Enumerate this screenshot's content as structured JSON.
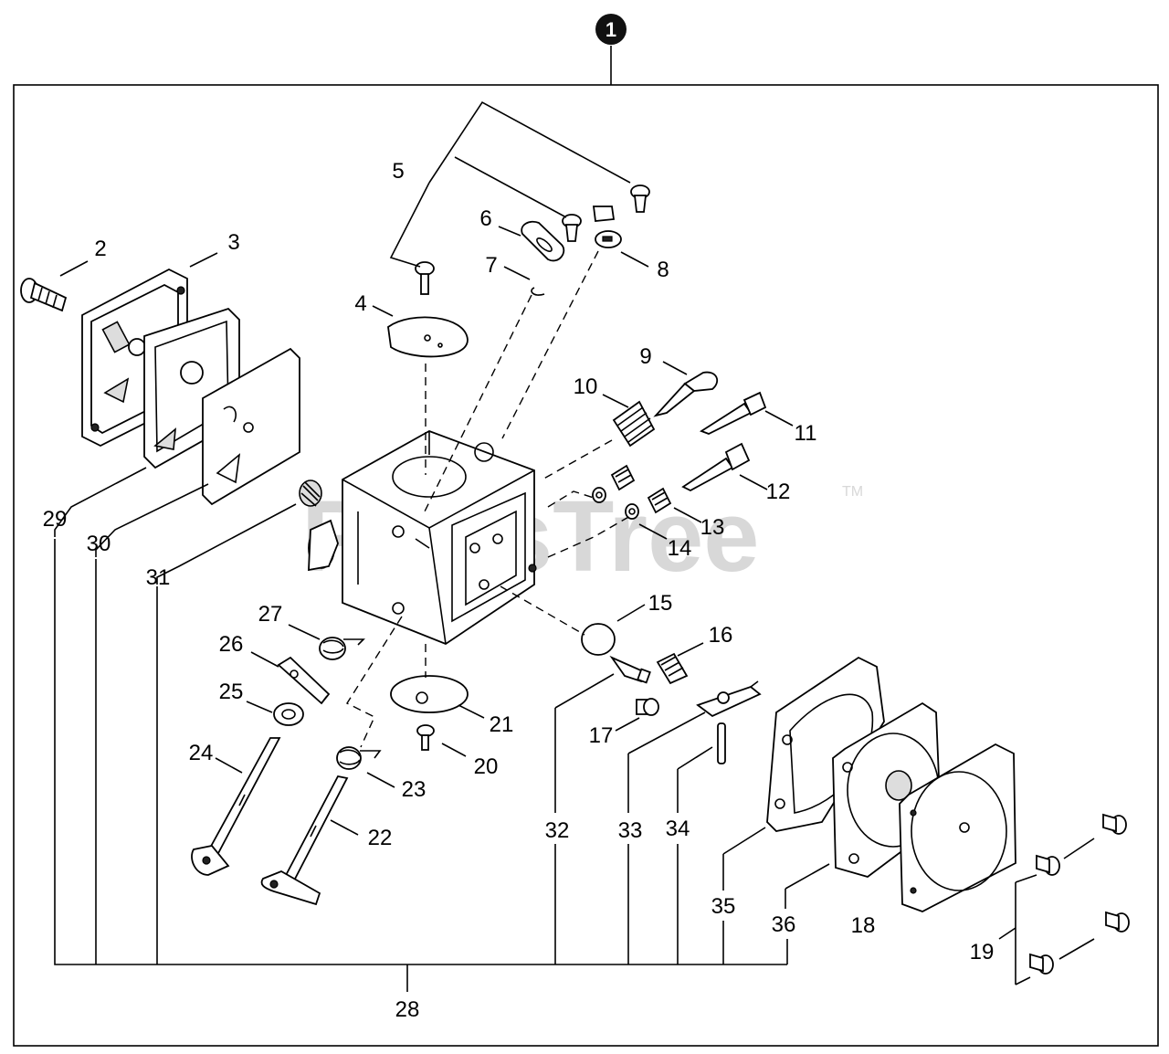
{
  "callout": {
    "number": "1"
  },
  "watermark": {
    "text": "PartsTree",
    "trademark": "TM"
  },
  "labels": {
    "p2": "2",
    "p3": "3",
    "p4": "4",
    "p5": "5",
    "p6": "6",
    "p7": "7",
    "p8": "8",
    "p9": "9",
    "p10": "10",
    "p11": "11",
    "p12": "12",
    "p13": "13",
    "p14": "14",
    "p15": "15",
    "p16": "16",
    "p17": "17",
    "p18": "18",
    "p19": "19",
    "p20": "20",
    "p21": "21",
    "p22": "22",
    "p23": "23",
    "p24": "24",
    "p25": "25",
    "p26": "26",
    "p27": "27",
    "p28": "28",
    "p29": "29",
    "p30": "30",
    "p31": "31",
    "p32": "32",
    "p33": "33",
    "p34": "34",
    "p35": "35",
    "p36": "36"
  }
}
